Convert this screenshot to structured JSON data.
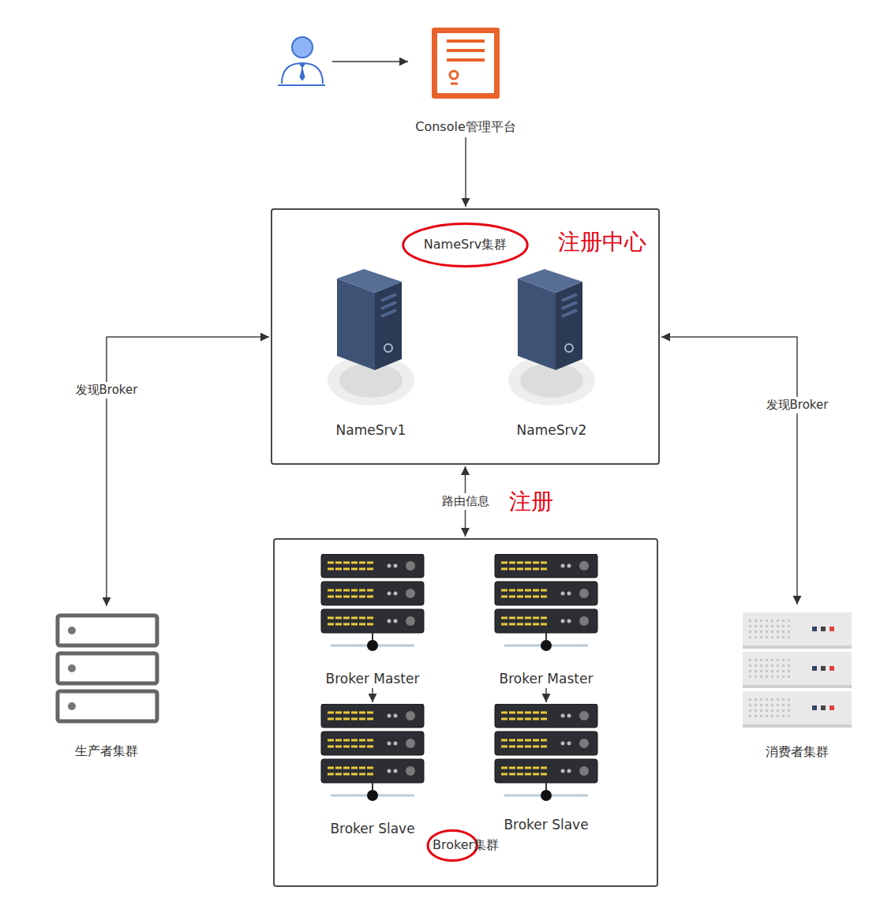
{
  "diagram": {
    "nodes": [
      {
        "text": [
          "Console管理平台"
        ]
      },
      {
        "text": [
          "NameSrv集群"
        ]
      },
      {
        "text": [
          "NameSrv1"
        ],
        "in": 1
      },
      {
        "text": [
          "NameSrv2"
        ],
        "in": 1
      },
      {
        "text": [
          "生产者集群"
        ]
      },
      {
        "text": [
          "Broker集群"
        ]
      },
      {
        "text": [
          "Broker Master"
        ],
        "in": 5
      },
      {
        "text": [
          "Broker Master"
        ],
        "in": 5
      },
      {
        "text": [
          "Broker Slave"
        ],
        "in": 5
      },
      {
        "text": [
          "Broker Slave"
        ],
        "in": 5
      },
      {
        "text": [
          "消费者集群"
        ]
      }
    ],
    "edges": [
      {
        "from": 0,
        "to": 1,
        "arrow": "to"
      },
      {
        "from": 4,
        "to": 1,
        "arrow": "both",
        "label": "发现Broker"
      },
      {
        "from": 1,
        "to": 5,
        "arrow": "both",
        "label": "路由信息"
      },
      {
        "from": 10,
        "to": 1,
        "arrow": "both",
        "label": "发现Broker"
      },
      {
        "from": 6,
        "to": 8,
        "arrow": "to"
      },
      {
        "from": 7,
        "to": 9,
        "arrow": "to"
      }
    ],
    "labels": [
      "注册中心",
      "注册"
    ]
  }
}
